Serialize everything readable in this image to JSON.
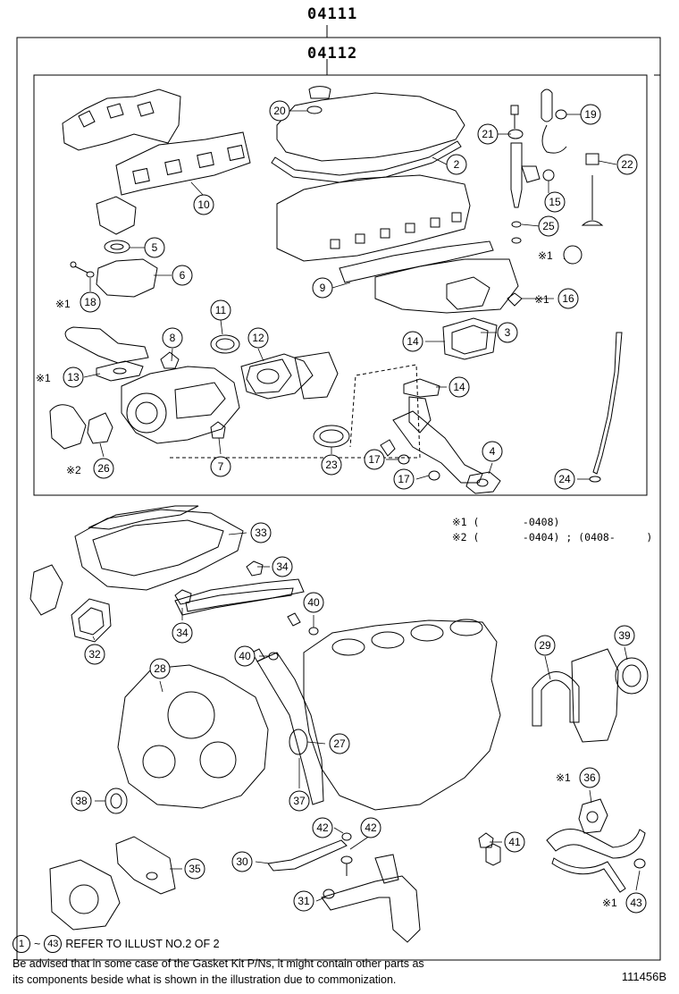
{
  "header": {
    "outer_kit": "04111",
    "inner_kit": "04112"
  },
  "notes": {
    "note1_mark": "※1",
    "note1_open": "(",
    "note1_range": "-0408)",
    "note2_mark": "※2",
    "note2_open": "(",
    "note2_range": "-0404) ; (0408-",
    "note2_close": ")"
  },
  "callouts": [
    "20",
    "19",
    "21",
    "2",
    "22",
    "15",
    "25",
    "10",
    "5",
    "6",
    "18",
    "9",
    "16",
    "11",
    "12",
    "8",
    "13",
    "14",
    "3",
    "26",
    "7",
    "23",
    "17",
    "4",
    "24",
    "33",
    "34",
    "40",
    "32",
    "29",
    "39",
    "28",
    "27",
    "38",
    "37",
    "36",
    "42",
    "41",
    "30",
    "35",
    "31",
    "43"
  ],
  "marks": {
    "m1": "※1",
    "m2": "※2"
  },
  "footer": {
    "refer_from": "1",
    "refer_to": "43",
    "refer_text": "REFER TO ILLUST NO.2 OF 2",
    "line1": "Be advised that in some case of the Gasket Kit P/Ns,  it might contain other parts as",
    "line2": "its components beside what is shown in the illustration due to commonization.",
    "diagram_no": "111456B"
  }
}
